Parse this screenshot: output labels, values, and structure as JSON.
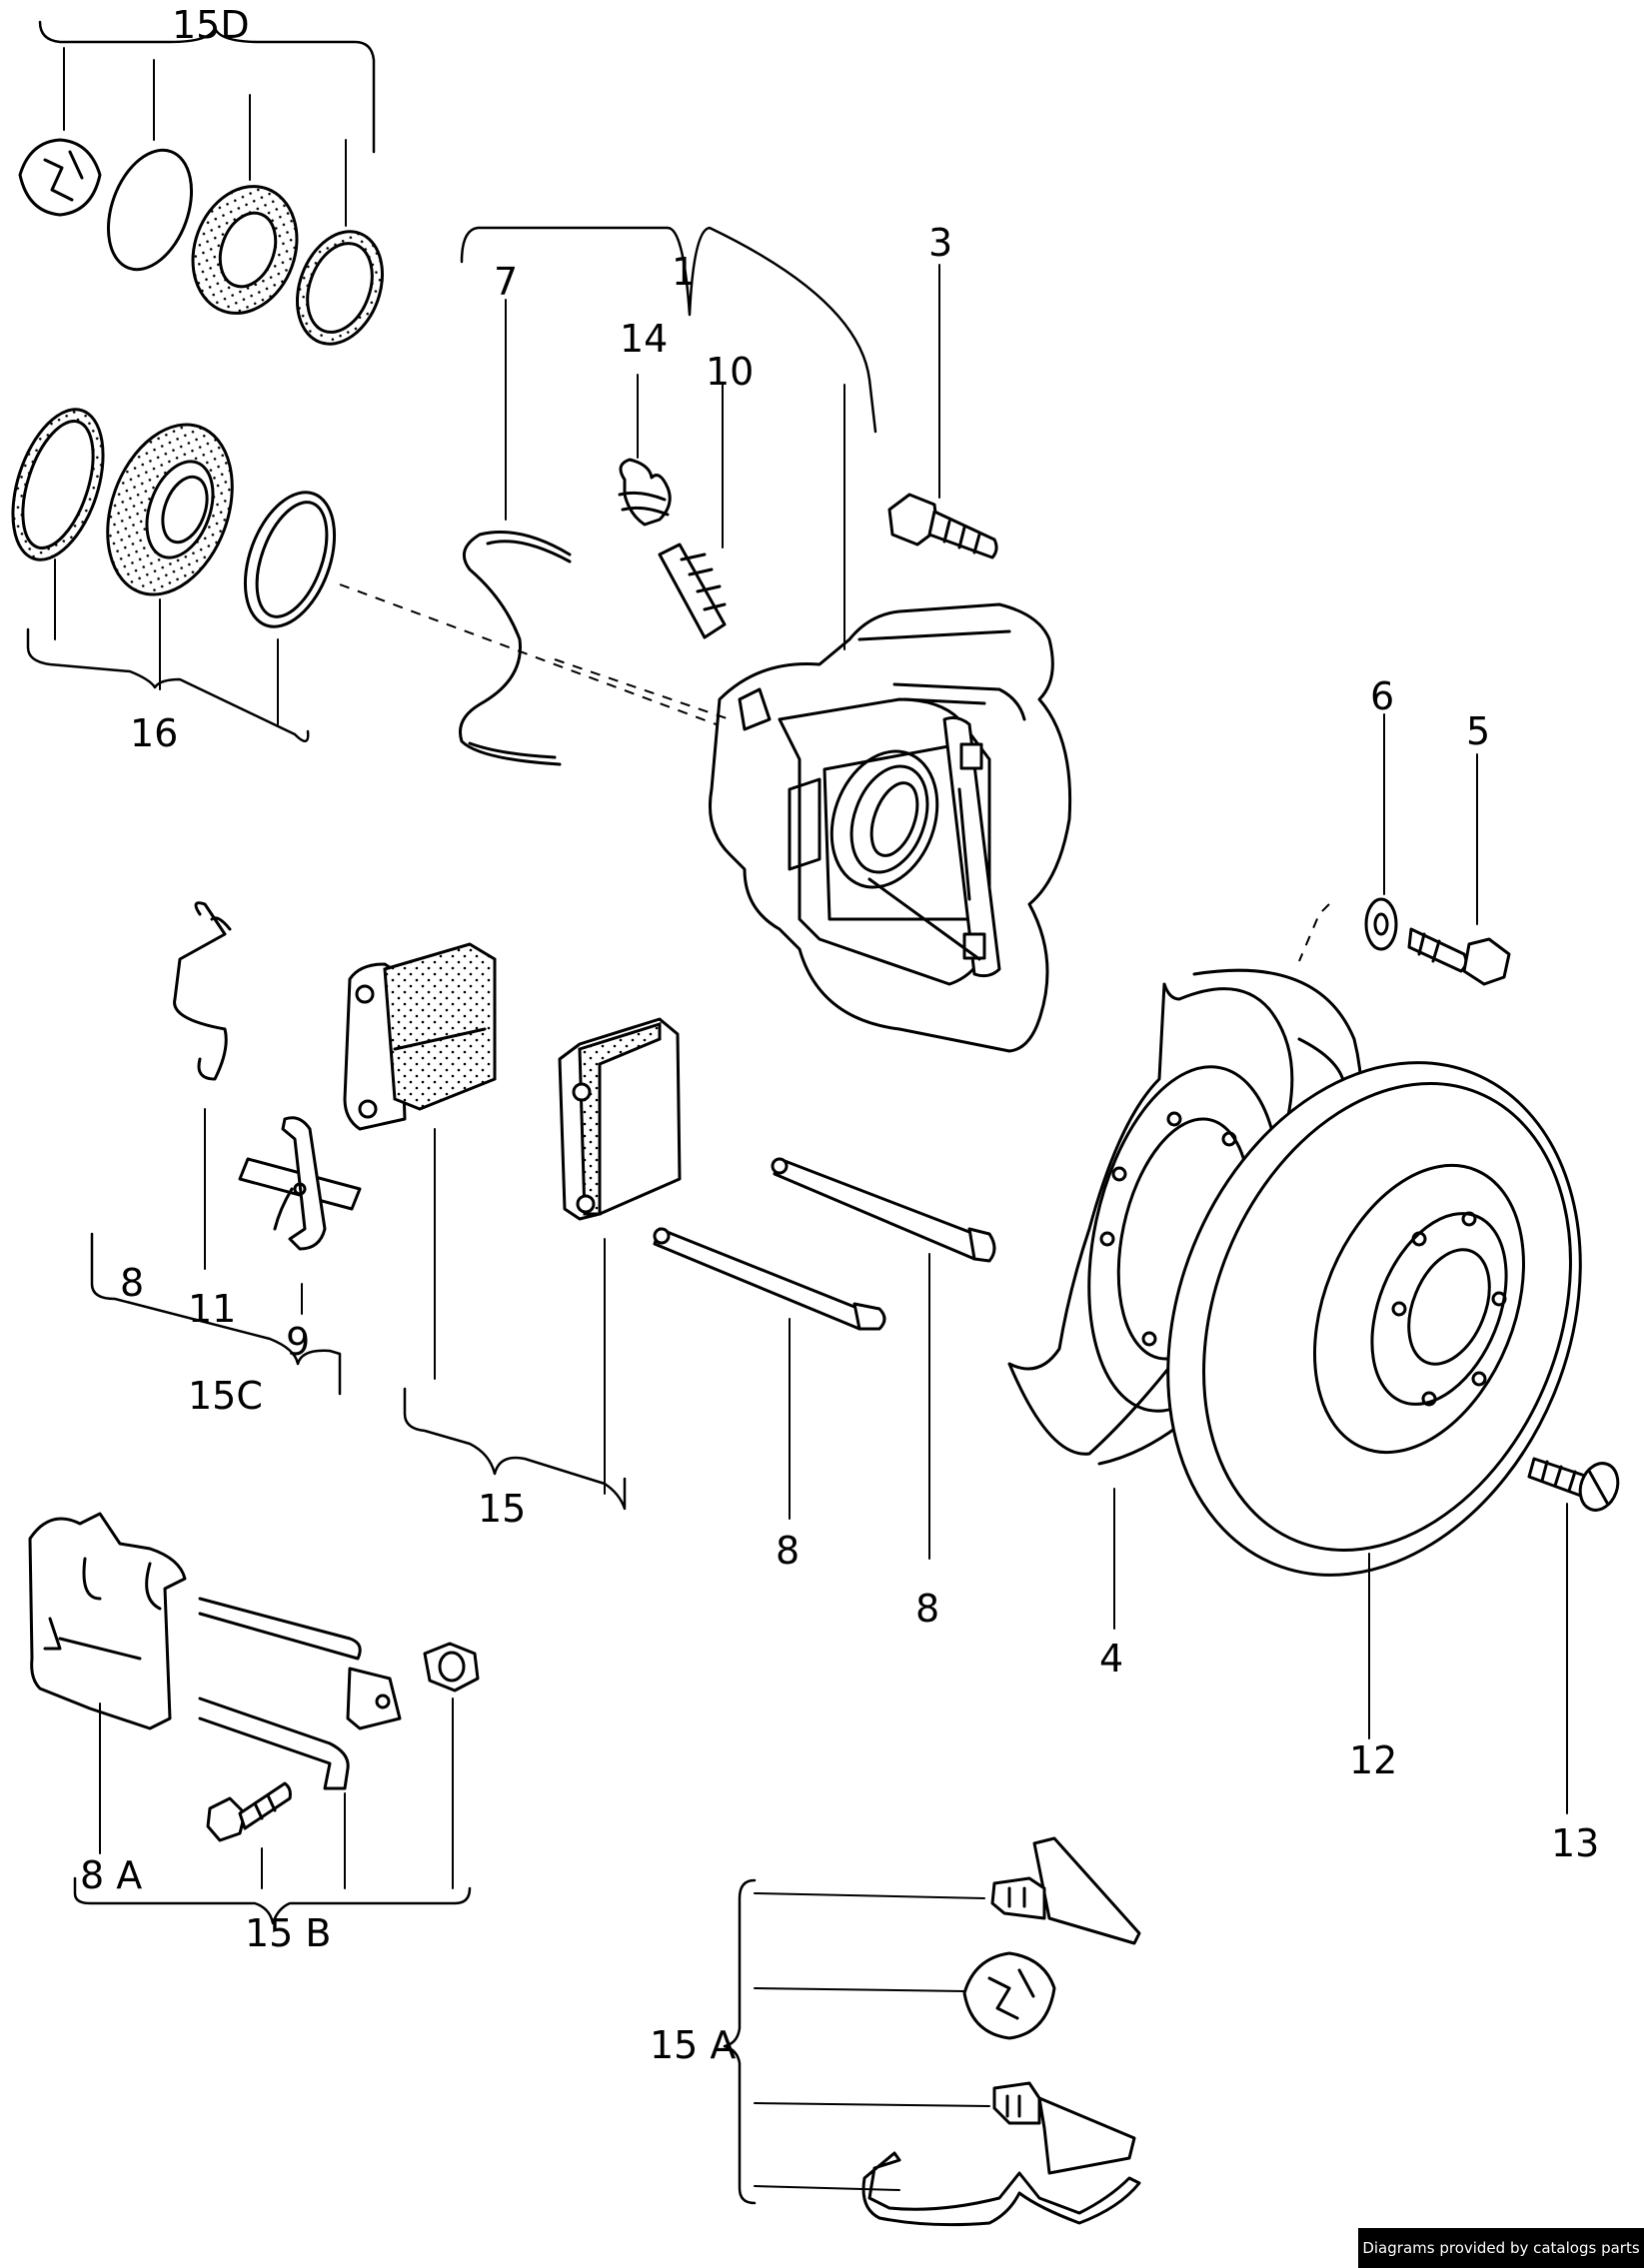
{
  "callouts": {
    "c15D": "15D",
    "c1": "1",
    "c3": "3",
    "c7": "7",
    "c14": "14",
    "c10": "10",
    "c16": "16",
    "c6": "6",
    "c5": "5",
    "c8_left": "8",
    "c11": "11",
    "c9": "9",
    "c15C": "15C",
    "c15": "15",
    "c8_mid": "8",
    "c8_right": "8",
    "c4": "4",
    "c12": "12",
    "c13": "13",
    "c8A": "8 A",
    "c15B": "15 B",
    "c15A": "15 A"
  },
  "credit": "Diagrams provided by catalogs parts"
}
